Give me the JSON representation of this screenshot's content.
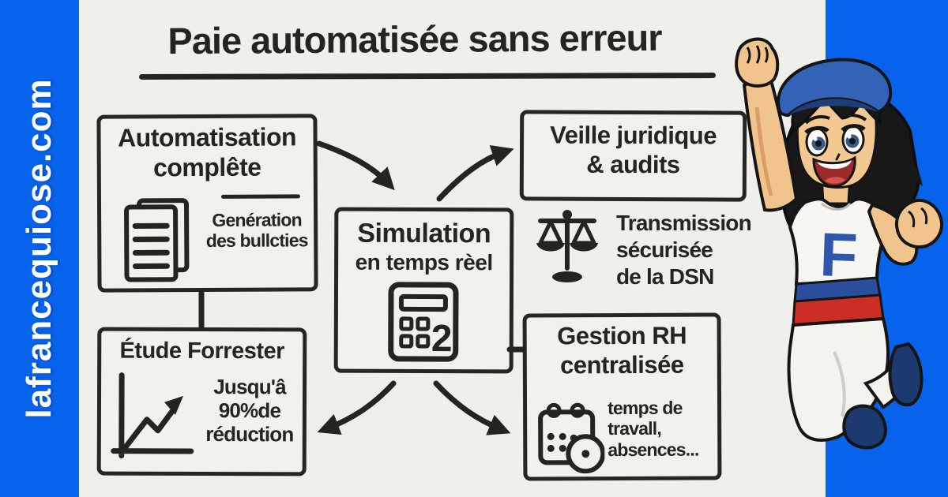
{
  "brand": {
    "label": "lafrancequiose.com"
  },
  "header": {
    "title": "Paie automatisée sans erreur"
  },
  "boxes": {
    "automatisation": {
      "title_line1": "Automatisation",
      "title_line2": "complête",
      "caption_line1": "Genération",
      "caption_line2": "des bullcties"
    },
    "veille": {
      "title_line1": "Veille juridique",
      "title_line2": "& audits"
    },
    "simulation": {
      "title_line1": "Simulation",
      "title_line2": "en temps rèel",
      "calculator_digit": "2"
    },
    "transmission": {
      "line1": "Transmission",
      "line2": "sécurisée",
      "line3": "de la DSN"
    },
    "etude": {
      "title": "Étude Forrester",
      "caption_line1": "Jusqu'â",
      "caption_line2": "90%de",
      "caption_line3": "réduction"
    },
    "gestion": {
      "title_line1": "Gestion RH",
      "title_line2": "centralisée",
      "caption_line1": "temps de",
      "caption_line2": "travall,",
      "caption_line3": "absences..."
    }
  },
  "character": {
    "shirt_letter": "F"
  },
  "colors": {
    "frame_blue": "#0762ec",
    "canvas": "#f1efe9",
    "ink": "#262420",
    "beret_blue": "#3263b8",
    "shirt_letter_blue": "#2d56ac",
    "belt_blue": "#2b4f9e",
    "belt_red": "#cc2e26",
    "boots_navy": "#1c3a70",
    "skin": "#f2c48d"
  }
}
